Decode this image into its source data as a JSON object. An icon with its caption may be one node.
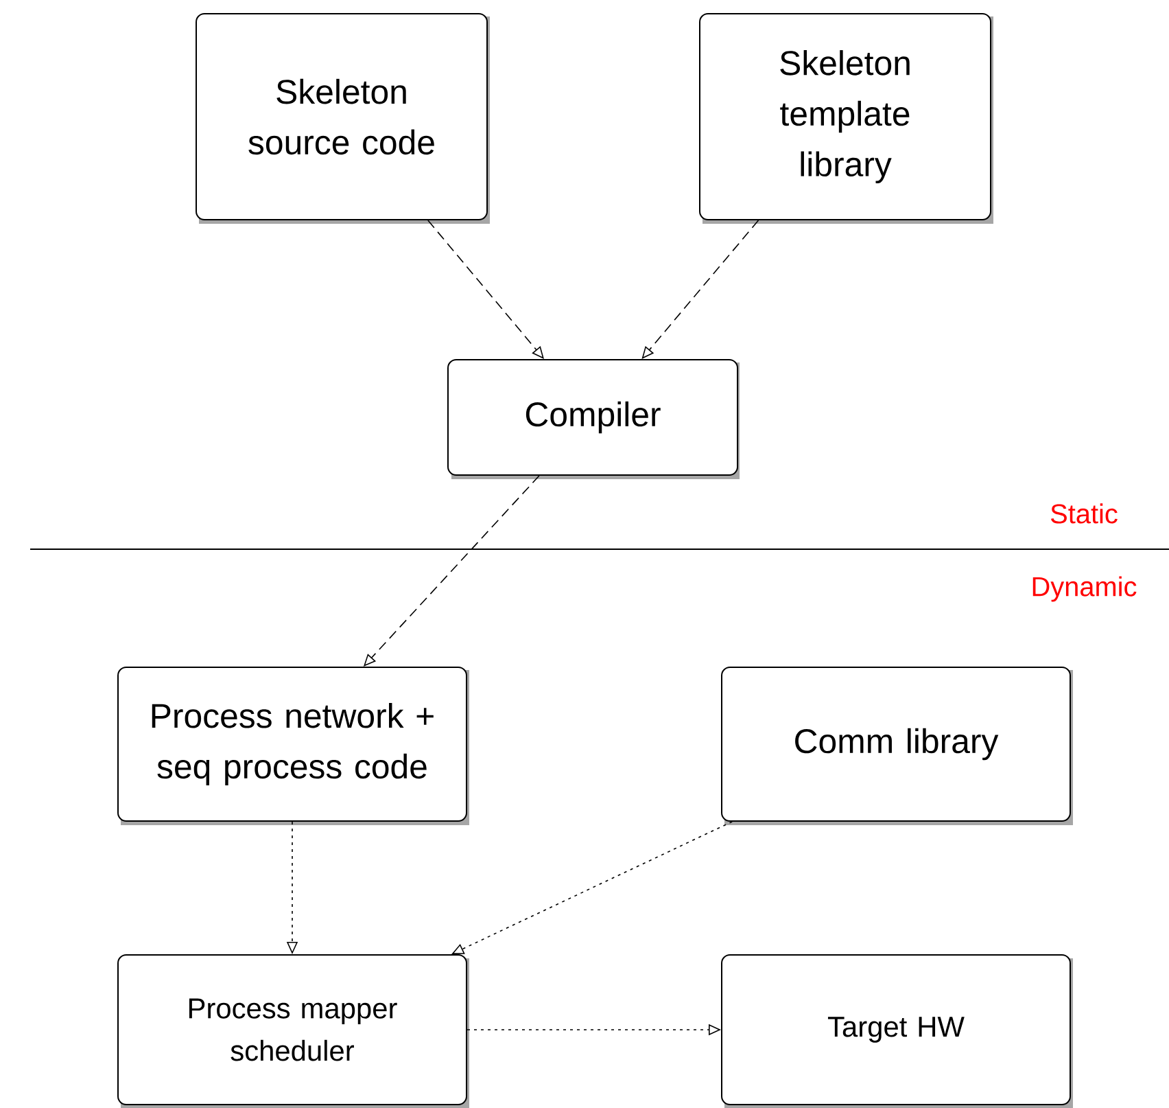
{
  "diagram": {
    "nodes": [
      {
        "text": [
          "Skeleton source code"
        ]
      },
      {
        "text": [
          "Skeleton template library"
        ]
      },
      {
        "text": [
          "Compiler"
        ]
      },
      {
        "text": [
          "Process network + seq process code"
        ]
      },
      {
        "text": [
          "Comm library"
        ]
      },
      {
        "text": [
          "Process mapper scheduler"
        ]
      },
      {
        "text": [
          "Target HW"
        ]
      }
    ],
    "edges": [
      {
        "from": 0,
        "to": 2,
        "arrow": "to",
        "style": "dashed"
      },
      {
        "from": 1,
        "to": 2,
        "arrow": "to",
        "style": "dashed"
      },
      {
        "from": 2,
        "to": 3,
        "arrow": "to",
        "style": "dashed"
      },
      {
        "from": 3,
        "to": 5,
        "arrow": "to"
      },
      {
        "from": 4,
        "to": 5,
        "arrow": "to"
      },
      {
        "from": 5,
        "to": 6,
        "arrow": "to"
      }
    ],
    "labels": [
      "Static",
      "Dynamic"
    ]
  }
}
